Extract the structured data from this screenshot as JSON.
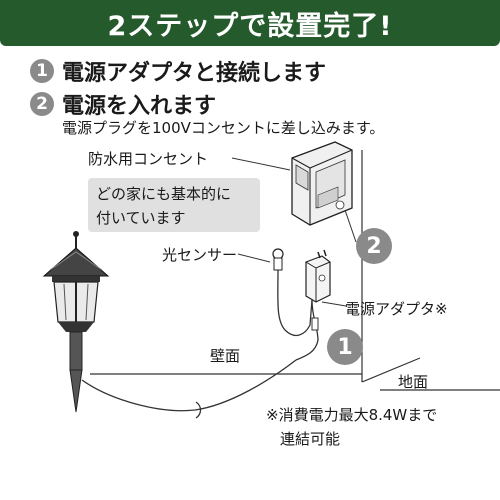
{
  "banner": {
    "title": "2ステップで設置完了!"
  },
  "steps": [
    {
      "number": "1",
      "text": "電源アダプタと接続します"
    },
    {
      "number": "2",
      "text": "電源を入れます"
    }
  ],
  "step2_description": "電源プラグを100Vコンセントに差し込みます。",
  "labels": {
    "outlet": "防水用コンセント",
    "note_line1": "どの家にも基本的に",
    "note_line2": "付いています",
    "sensor": "光センサー",
    "adapter": "電源アダプタ※",
    "wall": "壁面",
    "floor": "地面"
  },
  "badges": {
    "two": "2",
    "one": "1"
  },
  "footnote": {
    "line1": "※消費電力最大8.4Wまで",
    "line2": "連結可能"
  },
  "colors": {
    "banner": "#245a2c",
    "badge": "#8a8a8a",
    "note_bg": "#e0e0e0"
  }
}
